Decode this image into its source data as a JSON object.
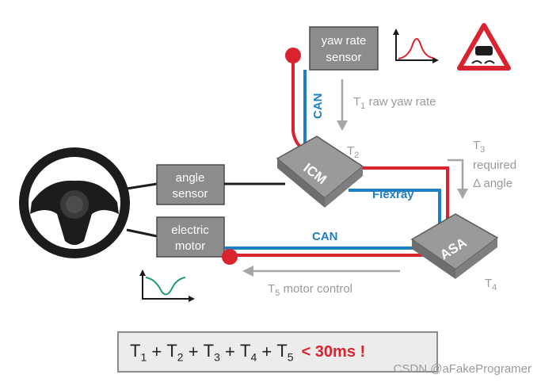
{
  "sensors": {
    "yaw_rate": [
      "yaw rate",
      "sensor"
    ],
    "angle": [
      "angle",
      "sensor"
    ],
    "motor": [
      "electric",
      "motor"
    ]
  },
  "buses": {
    "can_vertical": "CAN",
    "can_bottom": "CAN",
    "flexray": "Flexray"
  },
  "ecus": {
    "icm": "ICM",
    "asa": "ASA"
  },
  "timing": {
    "t1": {
      "sym": "T",
      "sub": "1",
      "text": " raw yaw rate"
    },
    "t2": {
      "sym": "T",
      "sub": "2"
    },
    "t3": {
      "sym": "T",
      "sub": "3",
      "line2": "required",
      "line3": "Δ angle"
    },
    "t4": {
      "sym": "T",
      "sub": "4"
    },
    "t5": {
      "sym": "T",
      "sub": "5",
      "text": " motor control"
    }
  },
  "formula": {
    "terms": [
      {
        "sym": "T",
        "sub": "1"
      },
      {
        "sym": "T",
        "sub": "2"
      },
      {
        "sym": "T",
        "sub": "3"
      },
      {
        "sym": "T",
        "sub": "4"
      },
      {
        "sym": "T",
        "sub": "5"
      }
    ],
    "plus": " + ",
    "limit": "< 30ms !"
  },
  "watermark": "CSDN @aFakeProgramer",
  "colors": {
    "red_wire": "#d9232e",
    "can_blue": "#1f7fc4",
    "box_grey": "#8c8c8c",
    "ecu_grey": "#9a9a9a"
  },
  "icons": [
    "steering-wheel-icon",
    "yaw-rate-graph-icon",
    "skid-warning-sign-icon",
    "motor-response-graph-icon"
  ]
}
